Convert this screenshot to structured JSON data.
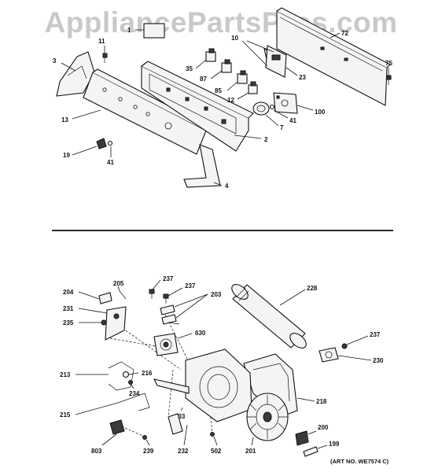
{
  "watermark": "AppliancePartsPros.com",
  "art_number": "(ART NO. WE7574 C)",
  "top_callouts": {
    "c1": "1",
    "c11": "11",
    "c3": "3",
    "c13": "13",
    "c19": "19",
    "c41a": "41",
    "c35": "35",
    "c87": "87",
    "c85": "85",
    "c12": "12",
    "c7": "7",
    "c41b": "41",
    "c100": "100",
    "c2": "2",
    "c4": "4",
    "c10": "10",
    "c23": "23",
    "c72": "72",
    "c75": "75"
  },
  "bottom_callouts": {
    "c204": "204",
    "c205": "205",
    "c231": "231",
    "c235": "235",
    "c237a": "237",
    "c237b": "237",
    "c203": "203",
    "c228": "228",
    "c630": "630",
    "c237c": "237",
    "c230": "230",
    "c213": "213",
    "c216": "216",
    "c234": "234",
    "c215": "215",
    "c218": "218",
    "c233": "233",
    "c200": "200",
    "c199": "199",
    "c803": "803",
    "c239": "239",
    "c232": "232",
    "c502": "502",
    "c201": "201"
  }
}
